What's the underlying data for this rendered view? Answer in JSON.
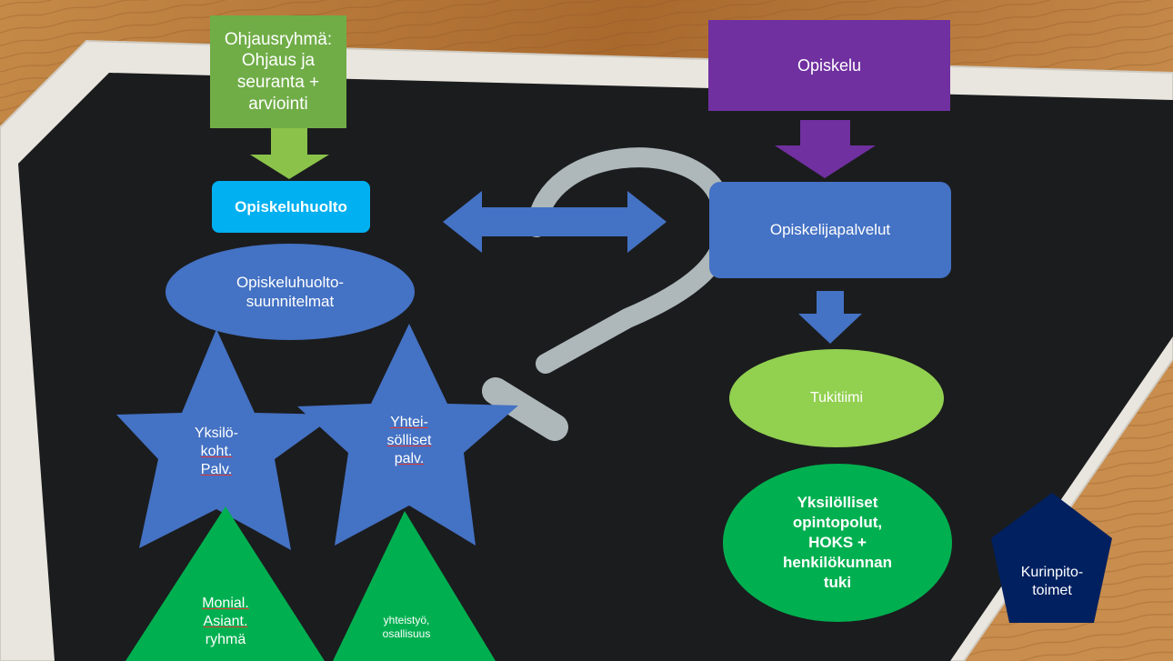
{
  "colors": {
    "wood": "#b5773a",
    "frame": "#e9e6df",
    "chalkboard": "#1b1c1e",
    "chalk": "#c8d3d6",
    "green_box": "#70ad47",
    "green_arrow": "#8bc34a",
    "cyan_box": "#00b0f0",
    "blue": "#4472c4",
    "purple": "#7030a0",
    "light_green": "#92d050",
    "green": "#00b050",
    "navy": "#002060"
  },
  "nodes": {
    "steering_group": {
      "lines": [
        "Ohjausryhmä:",
        "Ohjaus ja",
        "seuranta +",
        "arviointi"
      ]
    },
    "study": {
      "label": "Opiskelu"
    },
    "student_welfare": {
      "label": "Opiskeluhuolto"
    },
    "student_services": {
      "label": "Opiskelijapalvelut"
    },
    "welfare_plans": {
      "lines": [
        "Opiskeluhuolto-",
        "suunnitelmat"
      ]
    },
    "support_team": {
      "label": "Tukitiimi"
    },
    "individual_paths": {
      "lines": [
        "Yksilölliset",
        "opintopolut,",
        "HOKS +",
        "henkilökunnan",
        "tuki"
      ]
    },
    "individual_services": {
      "lines": [
        "Yksilö-",
        "koht.",
        "Palv."
      ]
    },
    "communal_services": {
      "lines": [
        "Yhtei-",
        "sölliset",
        "palv."
      ]
    },
    "multi_expert_group": {
      "lines": [
        "Monial.",
        "Asiant.",
        "ryhmä"
      ]
    },
    "cooperation": {
      "lines": [
        "yhteistyö,",
        "osallisuus"
      ]
    },
    "disciplinary": {
      "lines": [
        "Kurinpito-",
        "toimet"
      ]
    }
  }
}
